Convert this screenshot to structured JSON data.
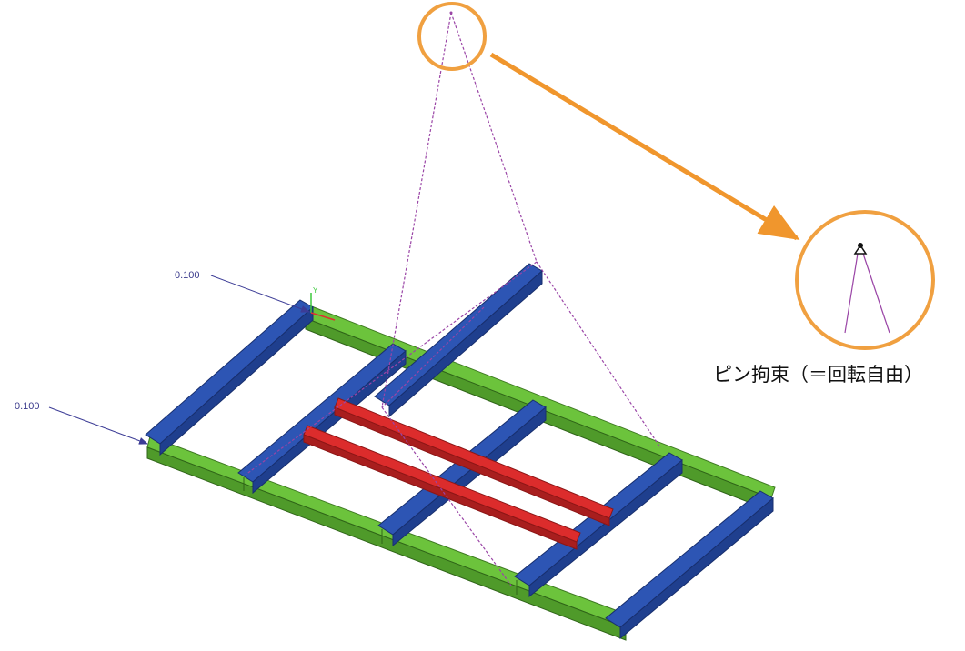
{
  "loads": {
    "upper": {
      "value": "0.100"
    },
    "lower": {
      "value": "0.100"
    }
  },
  "axes": {
    "y_label": "Y"
  },
  "callout": {
    "caption": "ピン拘束（＝回転自由）",
    "circle_color": "#f0a040",
    "arrow_color": "#f0962d"
  },
  "colors": {
    "main_girder": "#6cc33c",
    "cross_beam": "#2d55b4",
    "sub_beam": "#dc2c2c",
    "sling": "#9a45a6",
    "load_arrow": "#3c3c96"
  },
  "icons": {
    "pin_support": "pin-support-icon",
    "crane_hook": "hook-point-icon"
  }
}
